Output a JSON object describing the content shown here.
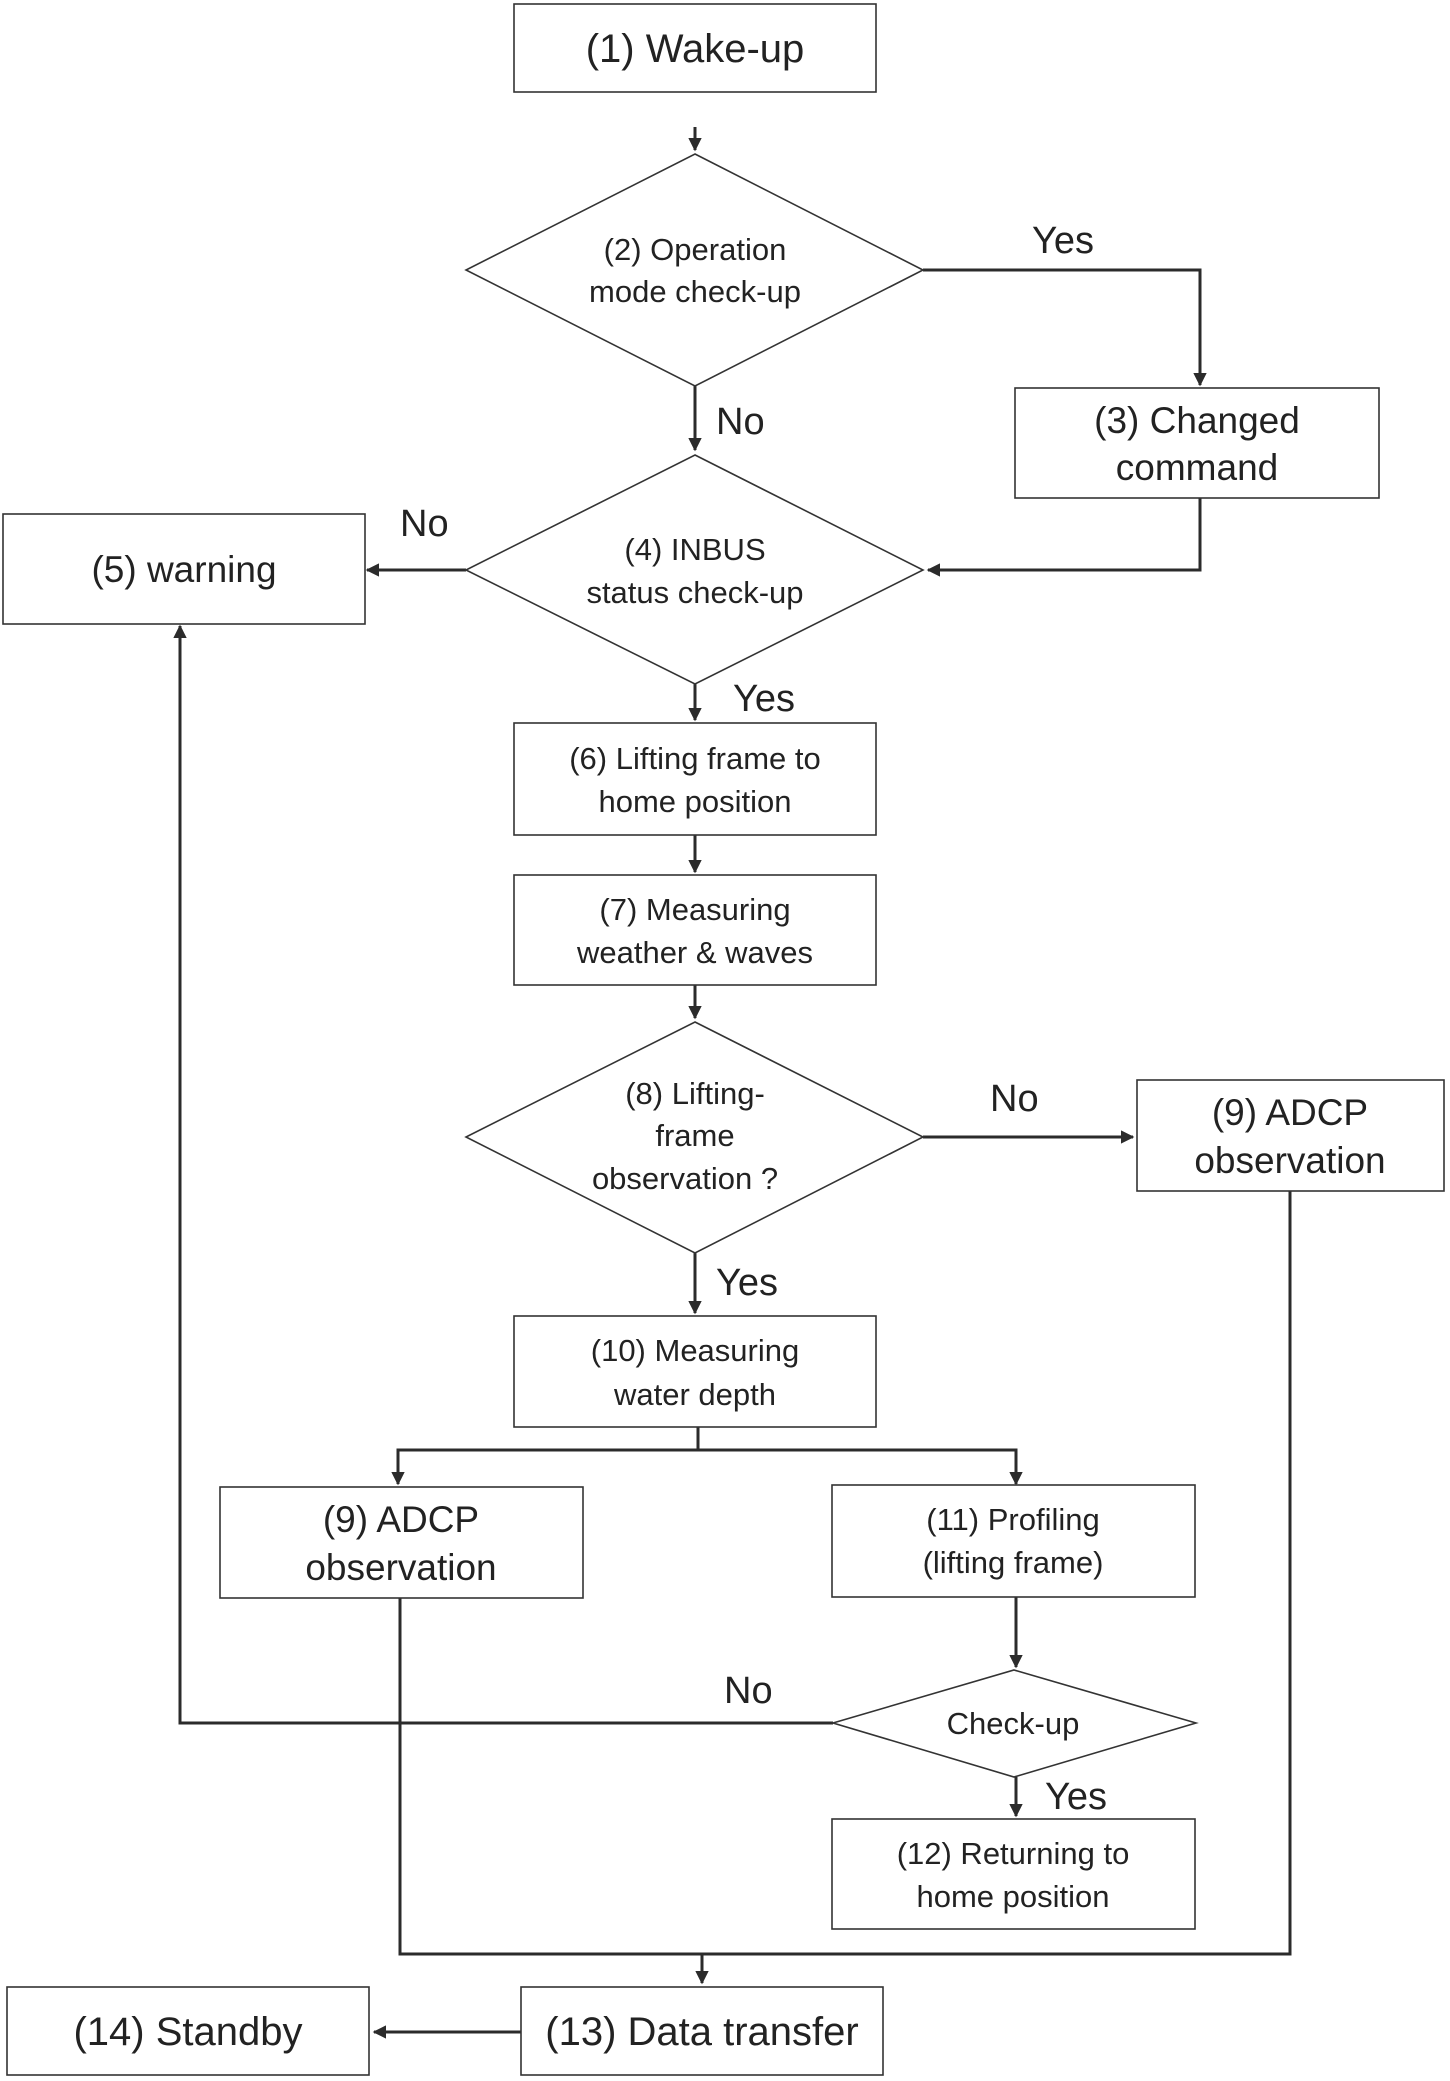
{
  "nodes": {
    "n1": {
      "line1": "(1) Wake-up"
    },
    "n2": {
      "line1": "(2) Operation",
      "line2": "mode check-up"
    },
    "n3": {
      "line1": "(3) Changed",
      "line2": "command"
    },
    "n4": {
      "line1": "(4) INBUS",
      "line2": "status check-up"
    },
    "n5": {
      "line1": "(5) warning"
    },
    "n6": {
      "line1": "(6) Lifting frame to",
      "line2": "home position"
    },
    "n7": {
      "line1": "(7) Measuring",
      "line2": "weather & waves"
    },
    "n8": {
      "line1": "(8) Lifting-",
      "line2": "frame",
      "line3": "observation ?"
    },
    "n9a": {
      "line1": "(9) ADCP",
      "line2": "observation"
    },
    "n10": {
      "line1": "(10) Measuring",
      "line2": "water depth"
    },
    "n9b": {
      "line1": "(9) ADCP",
      "line2": "observation"
    },
    "n11": {
      "line1": "(11) Profiling",
      "line2": "(lifting frame)"
    },
    "ncheck": {
      "line1": "Check-up"
    },
    "n12": {
      "line1": "(12) Returning to",
      "line2": "home position"
    },
    "n13": {
      "line1": "(13) Data transfer"
    },
    "n14": {
      "line1": "(14) Standby"
    }
  },
  "edge_labels": {
    "n2_yes": "Yes",
    "n2_no": "No",
    "n4_no": "No",
    "n4_yes": "Yes",
    "n8_no": "No",
    "n8_yes": "Yes",
    "check_no": "No",
    "check_yes": "Yes"
  },
  "colors": {
    "line": "#2b2b2b",
    "box_border": "#333333",
    "text": "#222222",
    "background": "#ffffff"
  }
}
